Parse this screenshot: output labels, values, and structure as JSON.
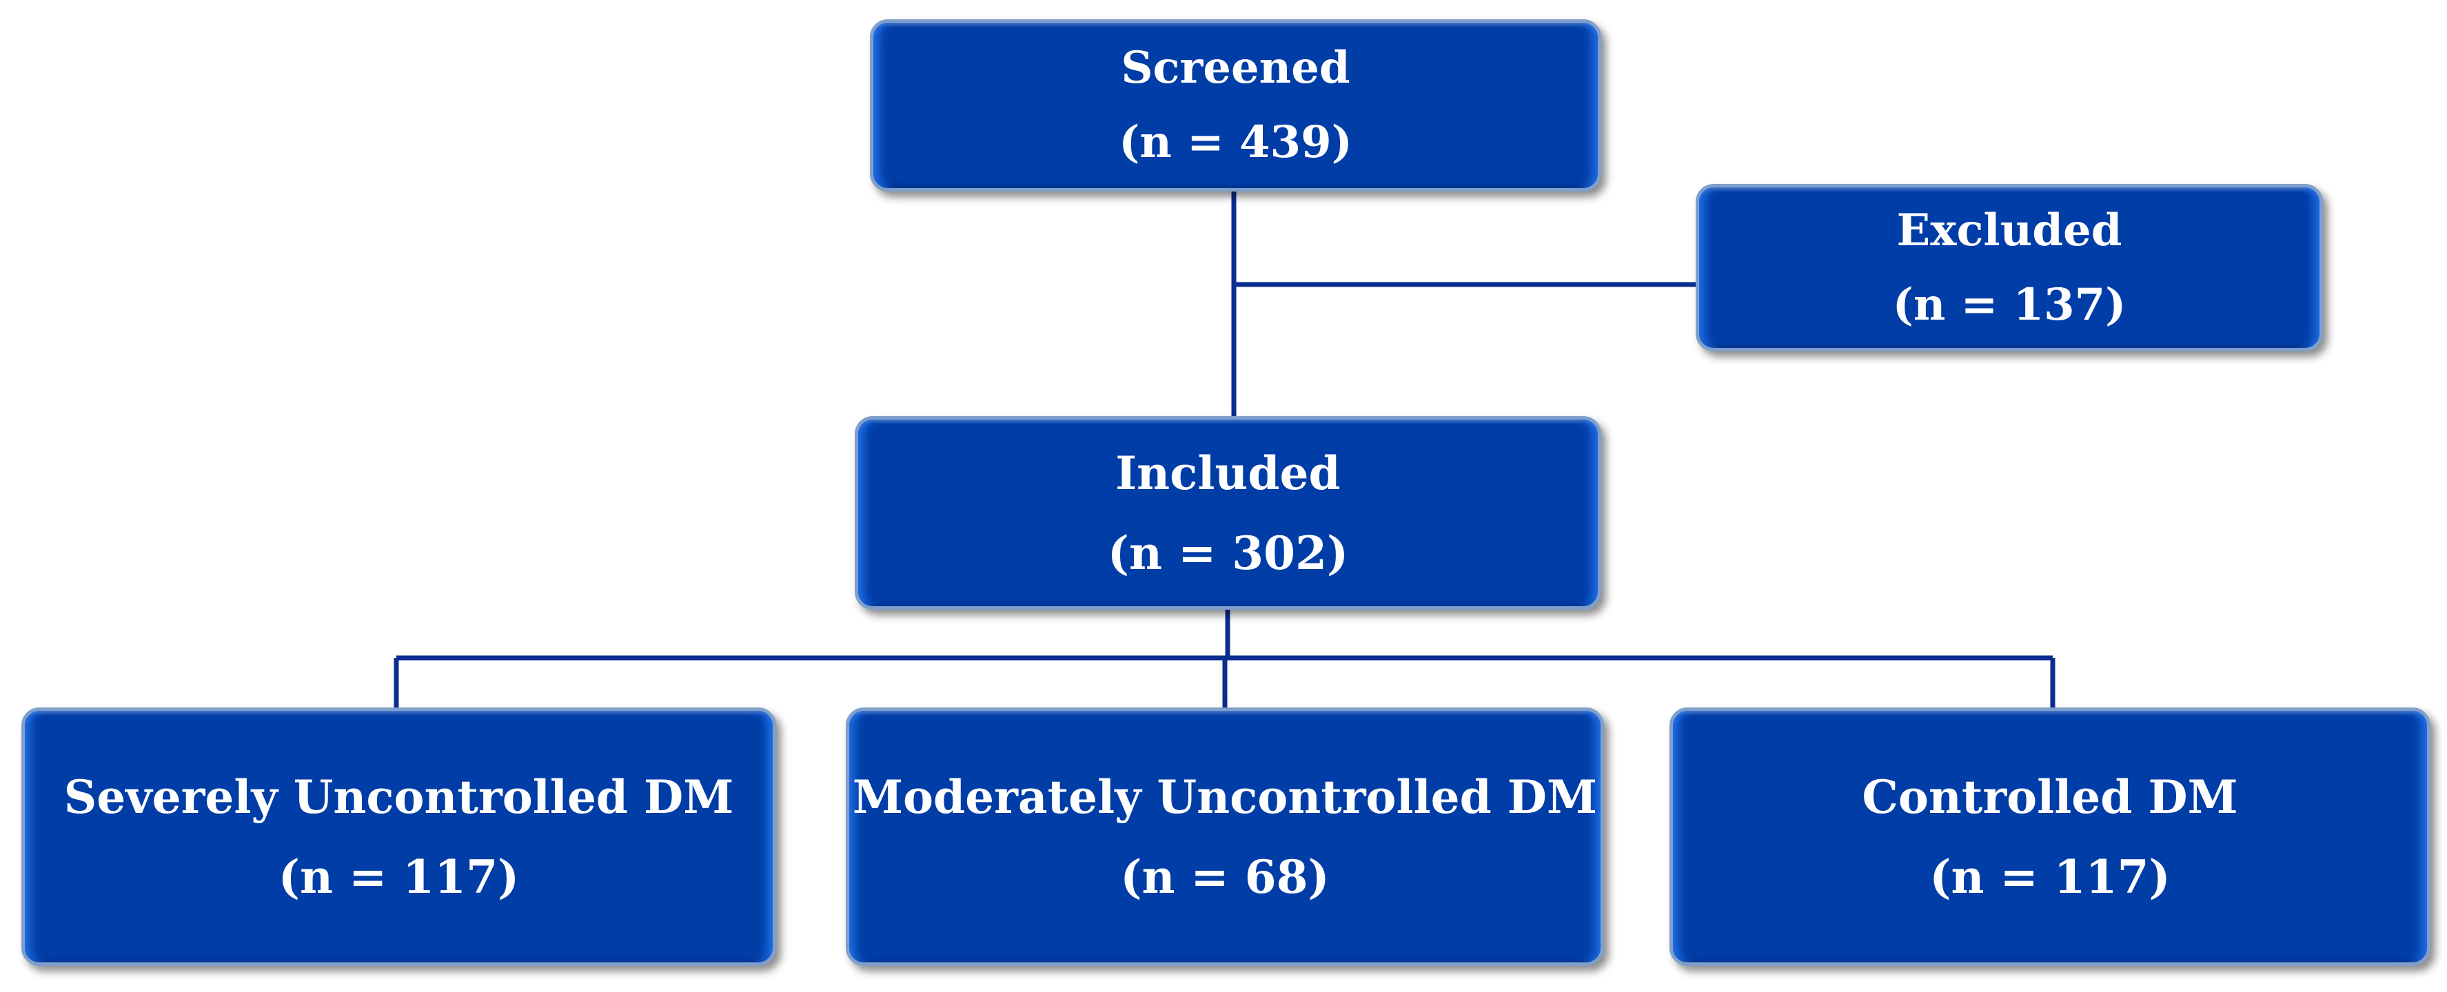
{
  "diagram": {
    "nodes": {
      "screened": {
        "label": "Screened",
        "count": "(n = 439)"
      },
      "excluded": {
        "label": "Excluded",
        "count": "(n = 137)"
      },
      "included": {
        "label": "Included",
        "count": "(n = 302)"
      },
      "severe": {
        "label": "Severely Uncontrolled DM",
        "count": "(n = 117)"
      },
      "moderate": {
        "label": "Moderately Uncontrolled DM",
        "count": "(n = 68)"
      },
      "controlled": {
        "label": "Controlled DM",
        "count": "(n = 117)"
      }
    },
    "edges": [
      {
        "from": "screened",
        "to": "included"
      },
      {
        "from": "screened",
        "to": "excluded"
      },
      {
        "from": "included",
        "to": "severe"
      },
      {
        "from": "included",
        "to": "moderate"
      },
      {
        "from": "included",
        "to": "controlled"
      }
    ],
    "colors": {
      "box_fill": "#003da6",
      "box_border": "#7fa0cc",
      "connector": "#0a2d8f",
      "text": "#ffffff"
    }
  }
}
